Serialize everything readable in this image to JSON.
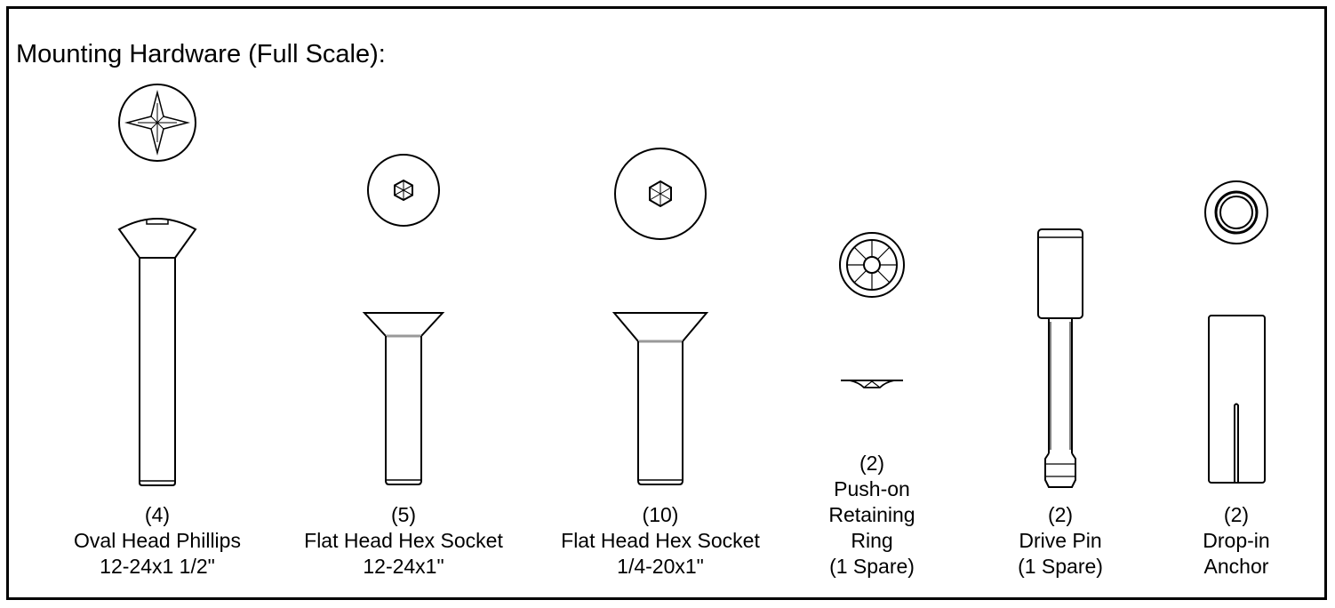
{
  "title": "Mounting Hardware (Full Scale):",
  "items": [
    {
      "lines": [
        "(4)",
        "Oval Head Phillips",
        "12-24x1 1/2\""
      ],
      "icon": "oval-head-phillips-screw-icon"
    },
    {
      "lines": [
        "(5)",
        "Flat Head Hex Socket",
        "12-24x1\""
      ],
      "icon": "flat-head-hex-socket-screw-small-icon"
    },
    {
      "lines": [
        "(10)",
        "Flat Head Hex Socket",
        "1/4-20x1\""
      ],
      "icon": "flat-head-hex-socket-screw-large-icon"
    },
    {
      "lines": [
        "(2)",
        "Push-on",
        "Retaining",
        "Ring",
        "(1 Spare)"
      ],
      "icon": "push-on-retaining-ring-icon"
    },
    {
      "lines": [
        "(2)",
        "Drive Pin",
        "(1 Spare)"
      ],
      "icon": "drive-pin-icon"
    },
    {
      "lines": [
        "(2)",
        "Drop-in",
        "Anchor"
      ],
      "icon": "drop-in-anchor-icon"
    }
  ]
}
